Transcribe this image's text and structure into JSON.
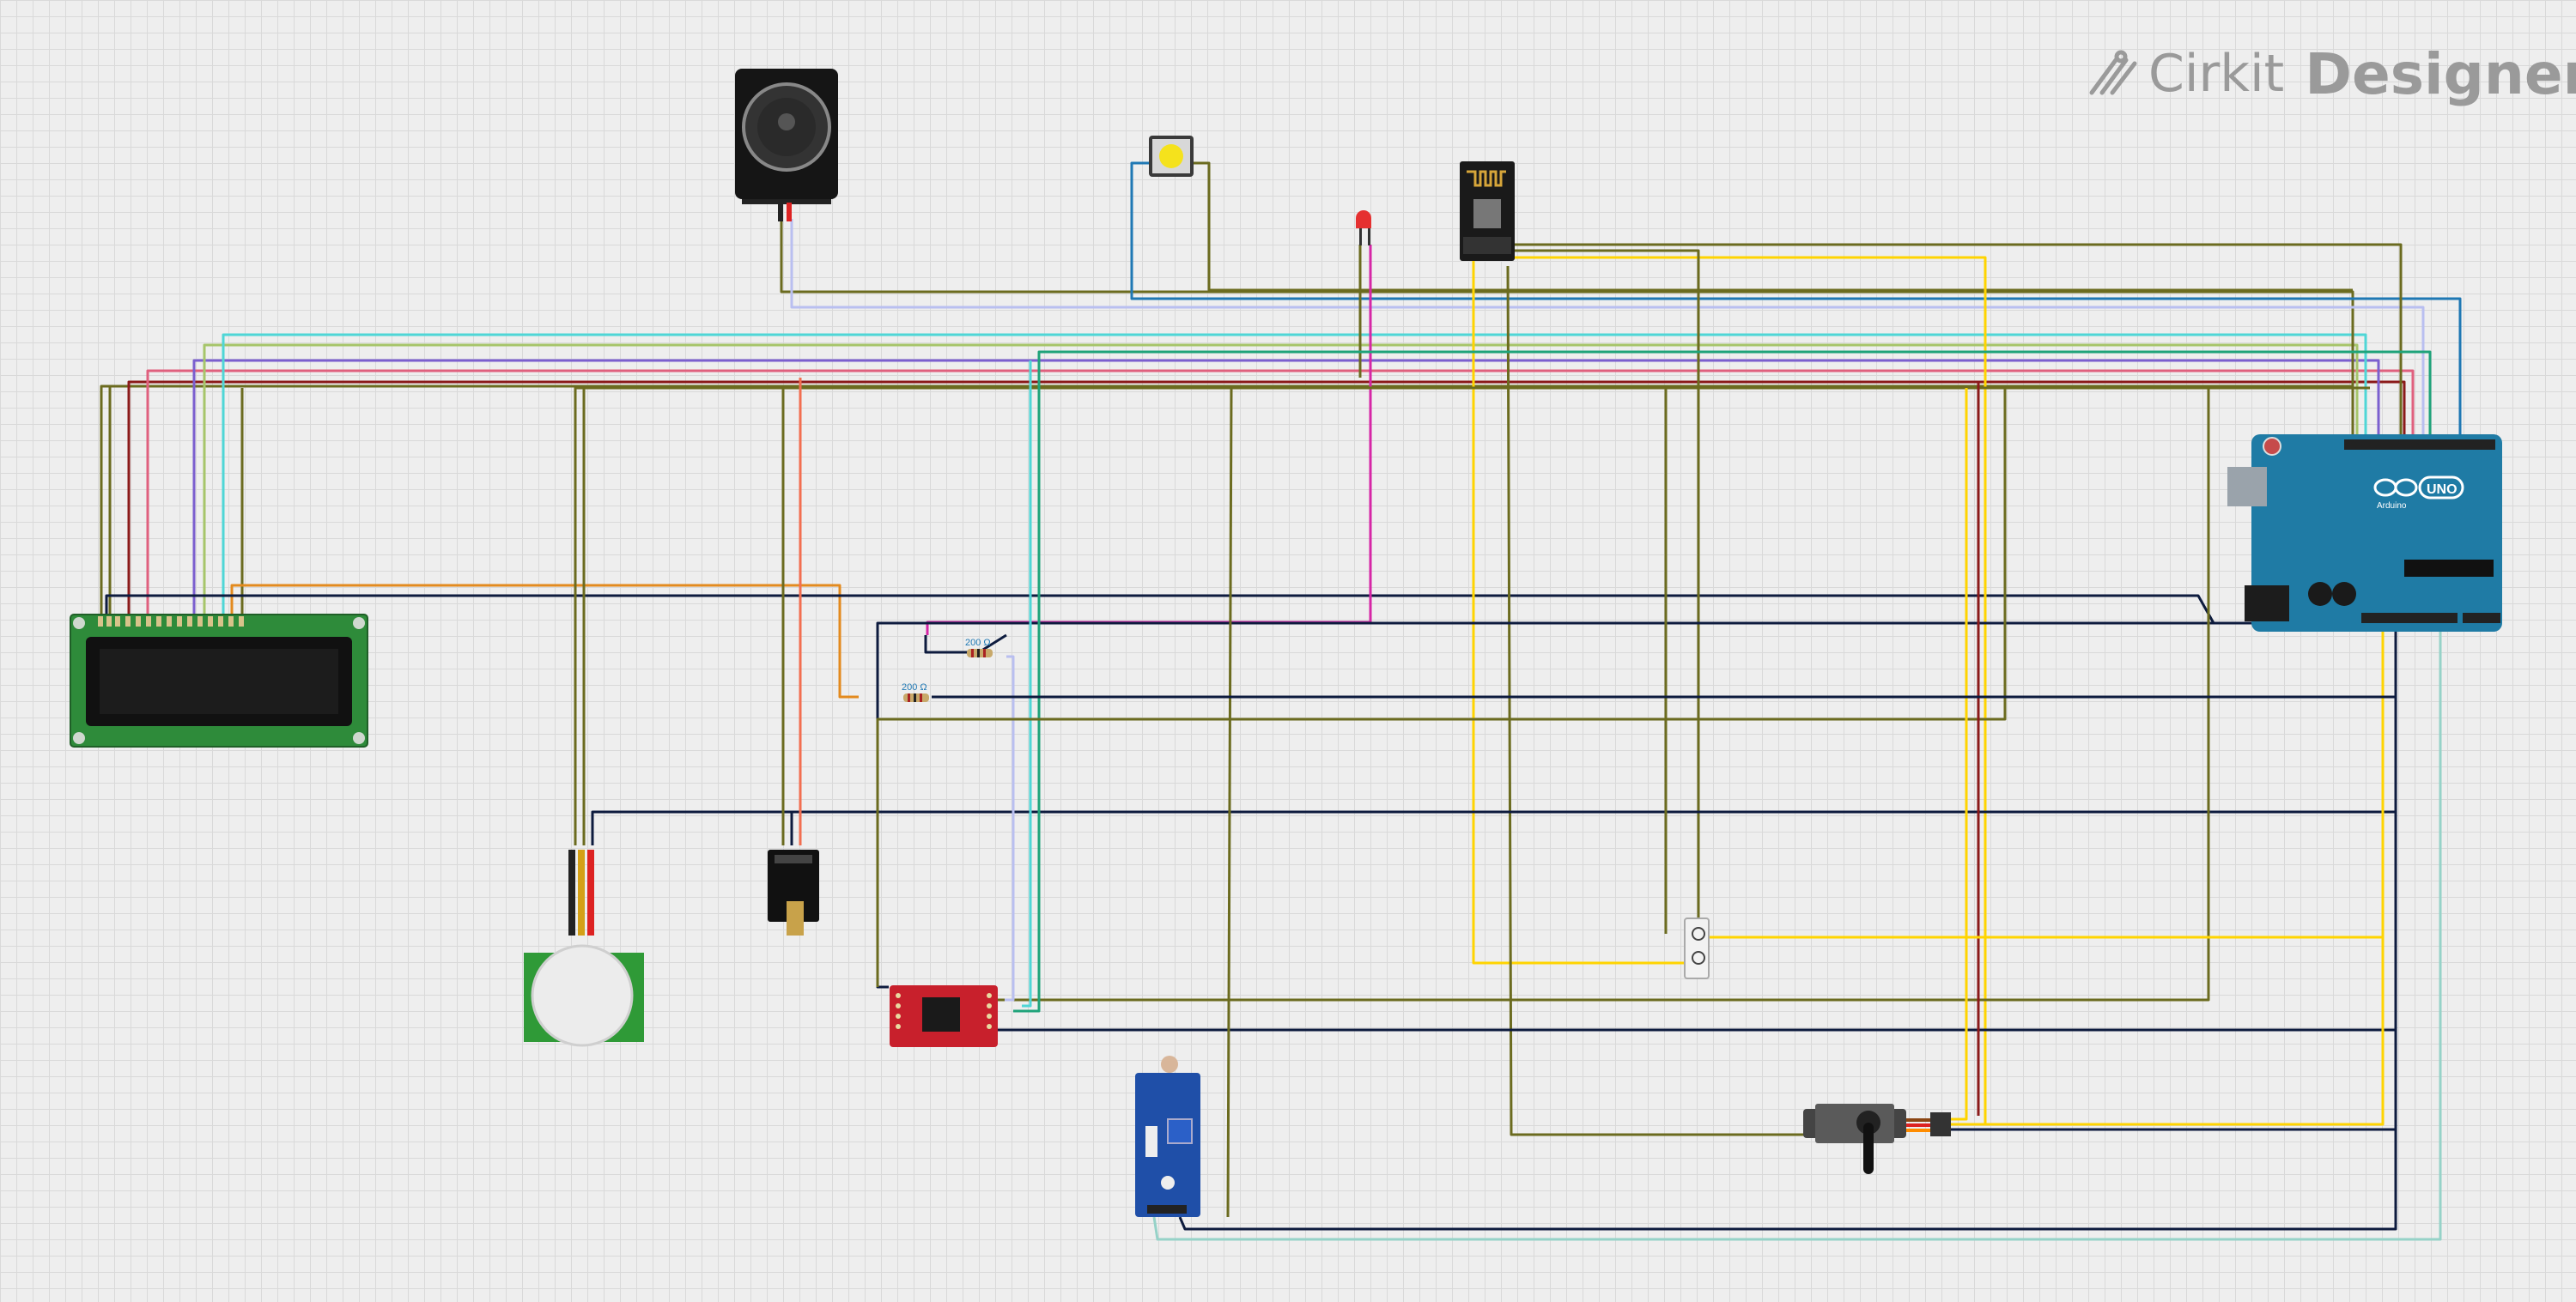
{
  "brand": {
    "name_part1": "Cirkit",
    "name_part2": "Designer"
  },
  "components": {
    "resistor_top_label": "200 Ω",
    "resistor_mid_label": "200 Ω",
    "arduino_logo": "UNO",
    "arduino_name": "Arduino"
  }
}
